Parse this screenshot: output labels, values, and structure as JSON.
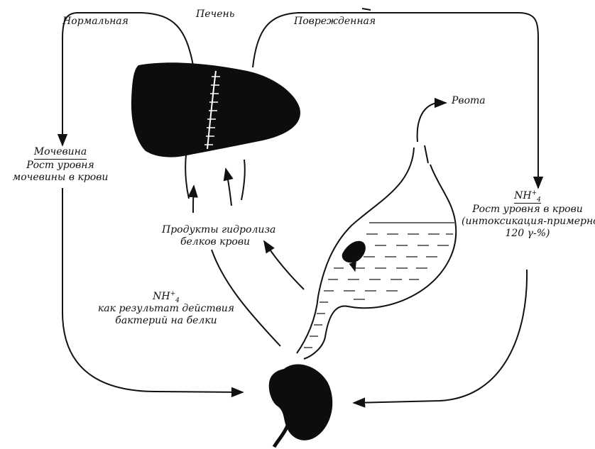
{
  "labels": {
    "normal": "Нормальная",
    "liver": "Печень",
    "damaged": "Поврежденная",
    "vomit": "Рвота",
    "urea_top": "Мочевина",
    "urea_line1": "Рост уровня",
    "urea_line2": "мочевины в крови",
    "hydrolysis_line1": "Продукты гидролиза",
    "hydrolysis_line2": "белков крови",
    "nh4_left_base": "NH",
    "nh4_left_sup": "+",
    "nh4_left_sub": "4",
    "bacteria_line1": "как результат действия",
    "bacteria_line2": "бактерий на белки",
    "nh4_right_base": "NH",
    "nh4_right_sup": "+",
    "nh4_right_sub": "4",
    "right_line1": "Рост уровня в крови",
    "right_line2": "(интоксикация-примерно",
    "right_line3": "120 γ-%)"
  },
  "colors": {
    "ink": "#111111",
    "organ_fill": "#0d0d0d",
    "background": "#ffffff"
  }
}
